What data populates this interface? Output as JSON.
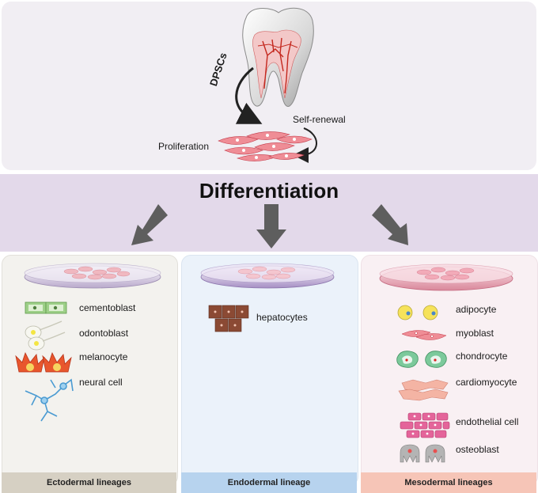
{
  "top": {
    "dpsc_label": "DPSCs",
    "self_renewal_label": "Self-renewal",
    "proliferation_label": "Proliferation"
  },
  "band": {
    "title": "Differentiation"
  },
  "ectoderm": {
    "footer": "Ectodermal lineages",
    "cells": [
      "cementoblast",
      "odontoblast",
      "melanocyte",
      "neural cell"
    ]
  },
  "endoderm": {
    "footer": "Endodermal lineage",
    "cells": [
      "hepatocytes"
    ]
  },
  "mesoderm": {
    "footer": "Mesodermal lineages",
    "cells": [
      "adipocyte",
      "myoblast",
      "chondrocyte",
      "cardiomyocyte",
      "endothelial cell",
      "osteoblast"
    ]
  },
  "colors": {
    "top_panel": "#f1eef3",
    "band": "#e3d9ea",
    "ecto_panel": "#f3f2ee",
    "endo_panel": "#ebf2fa",
    "meso_panel": "#f9f0f3",
    "ecto_footer": "#d6d0c3",
    "endo_footer": "#b7d3ee",
    "meso_footer": "#f6c5b7",
    "arrow": "#5e5e5e"
  }
}
